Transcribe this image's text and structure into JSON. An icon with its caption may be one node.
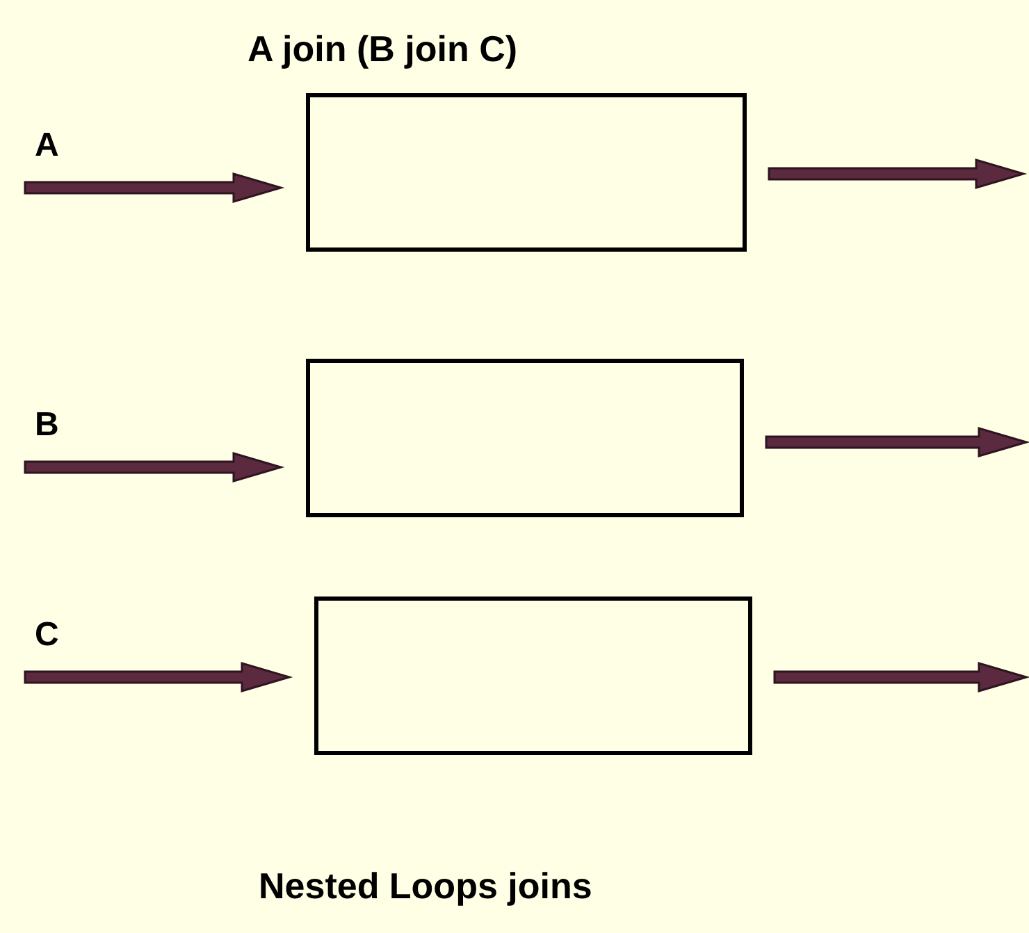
{
  "diagram": {
    "title": "A join (B join C)",
    "caption": "Nested Loops joins",
    "nodes": [
      {
        "text": [],
        "shape": "box"
      },
      {
        "text": [],
        "shape": "box"
      },
      {
        "text": [],
        "shape": "box"
      }
    ],
    "edges": [
      {
        "from": null,
        "to": 0,
        "arrow": "to",
        "label": "A"
      },
      {
        "from": 0,
        "to": null,
        "arrow": "to"
      },
      {
        "from": null,
        "to": 1,
        "arrow": "to",
        "label": "B"
      },
      {
        "from": 1,
        "to": null,
        "arrow": "to"
      },
      {
        "from": null,
        "to": 2,
        "arrow": "to",
        "label": "C"
      },
      {
        "from": 2,
        "to": null,
        "arrow": "to"
      }
    ]
  }
}
